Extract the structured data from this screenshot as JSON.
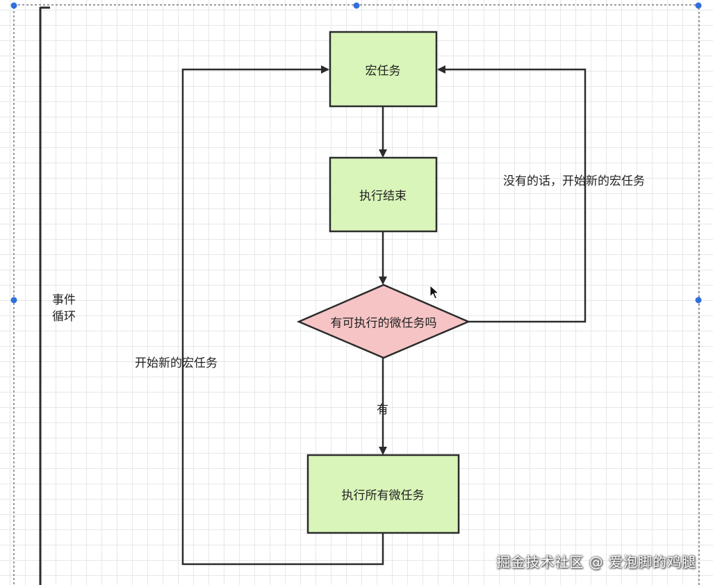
{
  "diagram": {
    "nodes": {
      "macro_task": "宏任务",
      "exec_end": "执行结束",
      "has_micro": "有可执行的微任务吗",
      "exec_all_micro": "执行所有微任务"
    },
    "edge_labels": {
      "no_branch": "没有的话，开始新的宏任务",
      "yes_branch": "有",
      "loop_back": "开始新的宏任务"
    },
    "side_label": {
      "line1": "事件",
      "line2": "循环"
    },
    "colors": {
      "process_fill": "#d9f5b9",
      "decision_fill": "#f6c4c5",
      "stroke": "#2b2b2b",
      "selection": "#2f6fdb"
    }
  },
  "watermark": "掘金技术社区 @ 爱泡脚的鸡腿"
}
